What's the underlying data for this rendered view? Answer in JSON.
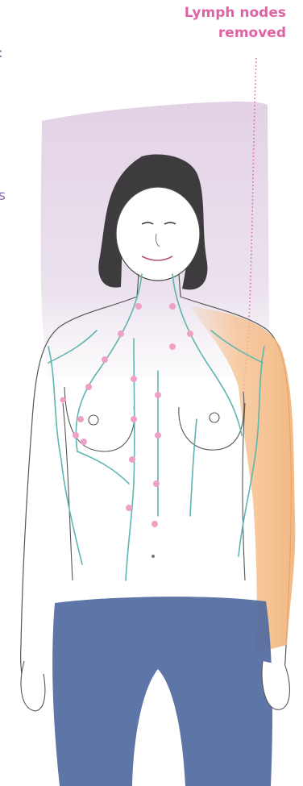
{
  "callout": {
    "line1": "Lymph nodes",
    "line2": "removed"
  },
  "left_text_fragments": [
    ":",
    "s"
  ],
  "colors": {
    "callout_text": "#e062a4",
    "fragment_text": "#8a6fae",
    "background_wash": "#d8c3dc",
    "lymph_vessels": "#5fb6b0",
    "lymph_nodes": "#f0a0c4",
    "affected_arm": "#f5be8a",
    "jeans": "#4f6aa0",
    "hair": "#3e3b3f"
  }
}
